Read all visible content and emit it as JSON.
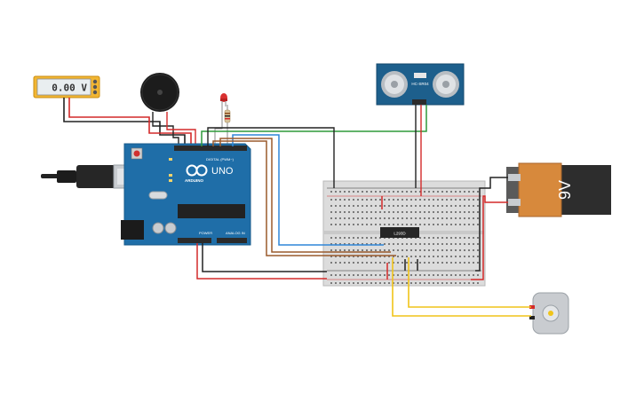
{
  "multimeter": {
    "reading": "0.00 V"
  },
  "arduino": {
    "model_label": "UNO",
    "brand_label": "ARDUINO",
    "digital_label": "DIGITAL (PWM~)",
    "power_label": "POWER",
    "analog_label": "ANALOG IN",
    "ic_label": ""
  },
  "breadboard": {
    "ic_label": "L293D"
  },
  "ultrasonic": {
    "brand_label": "HC-SR04"
  },
  "battery": {
    "label": "9V"
  },
  "colors": {
    "wire_red": "#d42a2a",
    "wire_black": "#222222",
    "wire_green": "#2e9a3a",
    "wire_blue": "#2f86d8",
    "wire_brown": "#9a5a2c",
    "wire_yellow": "#f0c419",
    "arduino_blue": "#1f6ea8",
    "battery_orange": "#d7893c",
    "ultrasonic_blue": "#1d5f8c"
  }
}
